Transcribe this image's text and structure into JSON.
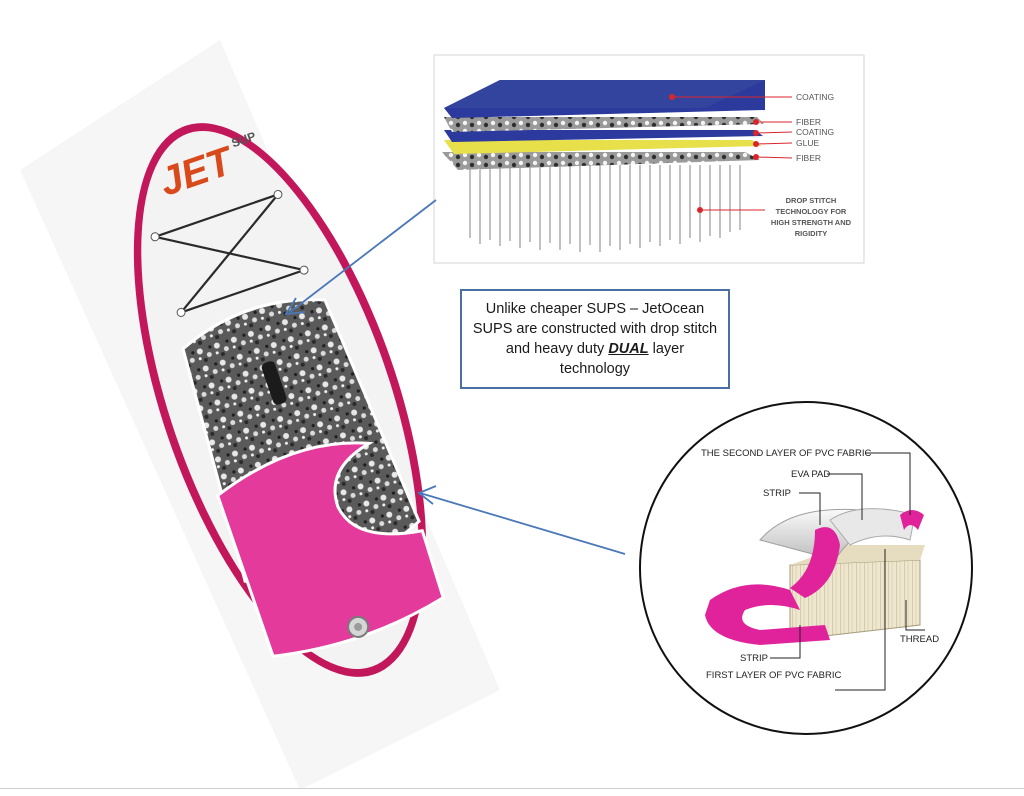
{
  "colors": {
    "board_rim": "#c2185b",
    "board_pink": "#e33a9c",
    "deck_pad": "#6d6d6d",
    "callout_border": "#4a6fa5",
    "arrow": "#4a78b8",
    "coating_blue": "#2b3a9c",
    "glue_yellow": "#e7e04a",
    "marker_red": "#d9262c"
  },
  "board": {
    "logo_main": "JET",
    "logo_sub": "SUP"
  },
  "callout": {
    "line1": "Unlike cheaper SUPS – JetOcean",
    "line2": "SUPS are constructed with drop stitch",
    "line3_pre": "and heavy duty ",
    "line3_emph": "DUAL",
    "line3_post": " layer",
    "line4": "technology"
  },
  "layers_diagram": {
    "coating_top": "COATING",
    "fiber_top": "FIBER",
    "coating_mid": "COATING",
    "glue": "GLUE",
    "fiber_bottom": "FIBER",
    "drop_stitch_1": "DROP STITCH",
    "drop_stitch_2": "TECHNOLOGY FOR",
    "drop_stitch_3": "HIGH STRENGTH AND",
    "drop_stitch_4": "RIGIDITY"
  },
  "pvc_diagram": {
    "second_layer": "THE SECOND LAYER OF PVC FABRIC",
    "eva_pad": "EVA PAD",
    "strip_top": "STRIP",
    "thread": "THREAD",
    "strip_bottom": "STRIP",
    "first_layer": "FIRST LAYER OF PVC FABRIC"
  }
}
